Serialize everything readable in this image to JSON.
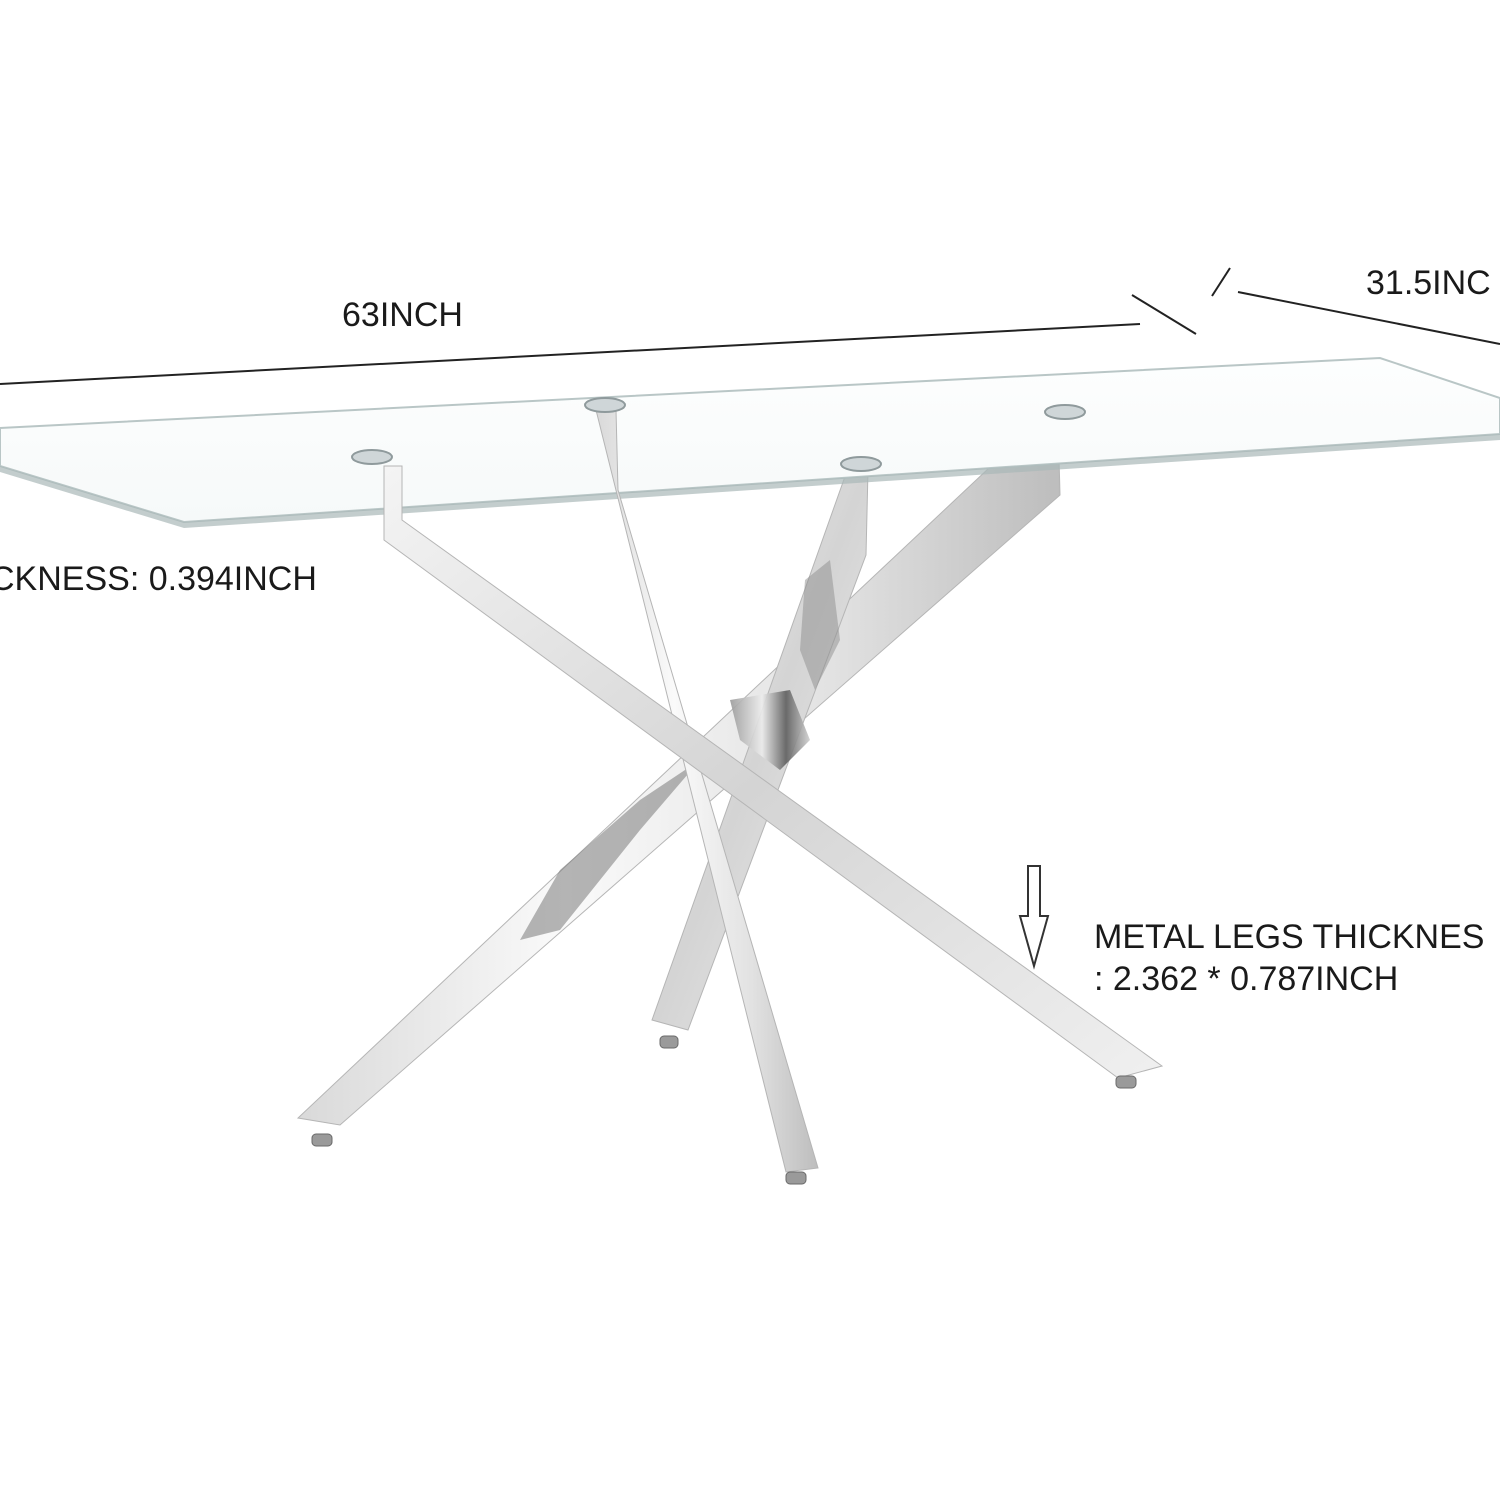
{
  "image": {
    "subject": "rectangular tempered glass dining table with crossed chrome metal legs",
    "colors": {
      "background": "#ffffff",
      "glass_edge": "#b9c6c6",
      "chrome_light": "#f2f2f2",
      "chrome_mid": "#c9c9c9",
      "chrome_dark": "#6d6d6d",
      "dimension_line": "#222222"
    }
  },
  "dimensions": {
    "length_label": "63INCH",
    "width_label": "31.5INC",
    "glass_thickness_label": "CKNESS: 0.394INCH",
    "legs_thickness_line1": "METAL LEGS THICKNES",
    "legs_thickness_line2": ": 2.362 * 0.787INCH"
  },
  "icons": {
    "legs_pointer": "down-arrow-icon"
  }
}
